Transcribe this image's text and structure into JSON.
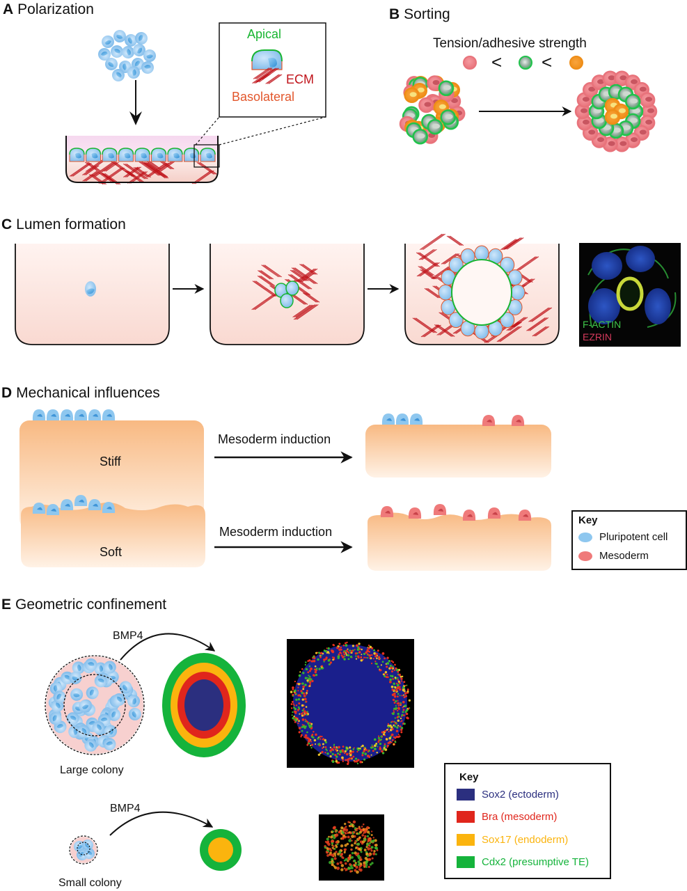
{
  "panels": {
    "A": {
      "letter": "A",
      "title": "Polarization",
      "inset": {
        "apical": "Apical",
        "ecm": "ECM",
        "basolateral": "Basolateral"
      }
    },
    "B": {
      "letter": "B",
      "title": "Sorting",
      "subtitle": "Tension/adhesive strength",
      "order_symbol": "<",
      "cell_types_order": [
        "pink",
        "green",
        "orange"
      ]
    },
    "C": {
      "letter": "C",
      "title": "Lumen formation",
      "stages": [
        "single cell",
        "cell cluster with ECM",
        "lumen formed"
      ],
      "micrograph": {
        "label1": "F-ACTIN",
        "label2": "EZRIN"
      }
    },
    "D": {
      "letter": "D",
      "title": "Mechanical influences",
      "rows": [
        {
          "substrate": "Stiff",
          "arrow_label": "Mesoderm induction"
        },
        {
          "substrate": "Soft",
          "arrow_label": "Mesoderm induction"
        }
      ],
      "key": {
        "title": "Key",
        "items": [
          {
            "label": "Pluripotent cell",
            "color": "#8ec7ef"
          },
          {
            "label": "Mesoderm",
            "color": "#ef7a7a"
          }
        ]
      }
    },
    "E": {
      "letter": "E",
      "title": "Geometric confinement",
      "large": {
        "treatment": "BMP4",
        "label": "Large colony"
      },
      "small": {
        "treatment": "BMP4",
        "label": "Small colony"
      },
      "key": {
        "title": "Key",
        "items": [
          {
            "label": "Sox2 (ectoderm)",
            "color": "#2b2f7f"
          },
          {
            "label": "Bra (mesoderm)",
            "color": "#e0261c"
          },
          {
            "label": "Sox17 (endoderm)",
            "color": "#fbb40e"
          },
          {
            "label": "Cdx2 (presumptive TE)",
            "color": "#15b33b"
          }
        ]
      }
    }
  },
  "colors": {
    "cell_blue": "#8ec7ef",
    "apical_green": "#18b531",
    "basolateral_orange": "#e2562b",
    "ecm_red": "#c0141b",
    "substrate_orange": "#f9c18a"
  }
}
